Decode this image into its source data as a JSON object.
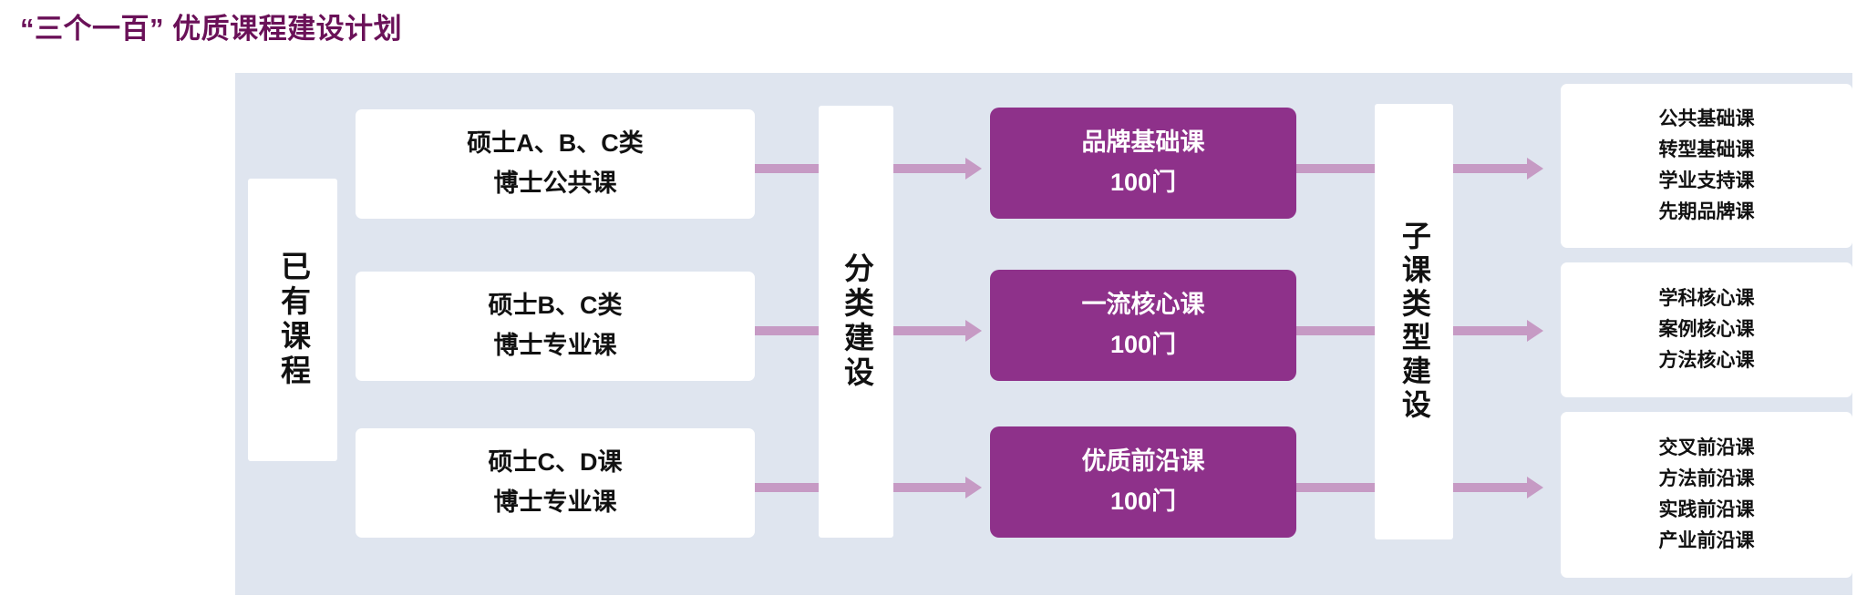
{
  "title": "“三个一百” 优质课程建设计划",
  "colors": {
    "title": "#6A1158",
    "panel_background": "#DFE5EF",
    "purple_box": "#8E318A",
    "arrow": "#C69AC4",
    "box_background": "#FFFFFF",
    "text": "#111111"
  },
  "stages": {
    "existing_courses_label": "已有课程",
    "classified_construction_label": "分类建设",
    "subcourse_type_construction_label": "子课类型建设"
  },
  "rows": [
    {
      "source": {
        "line1": "硕士A、B、C类",
        "line2": "博士公共课"
      },
      "target": {
        "name": "品牌基础课",
        "count": "100门"
      },
      "subtypes": [
        "公共基础课",
        "转型基础课",
        "学业支持课",
        "先期品牌课"
      ]
    },
    {
      "source": {
        "line1": "硕士B、C类",
        "line2": "博士专业课"
      },
      "target": {
        "name": "一流核心课",
        "count": "100门"
      },
      "subtypes": [
        "学科核心课",
        "案例核心课",
        "方法核心课"
      ]
    },
    {
      "source": {
        "line1": "硕士C、D课",
        "line2": "博士专业课"
      },
      "target": {
        "name": "优质前沿课",
        "count": "100门"
      },
      "subtypes": [
        "交叉前沿课",
        "方法前沿课",
        "实践前沿课",
        "产业前沿课"
      ]
    }
  ]
}
